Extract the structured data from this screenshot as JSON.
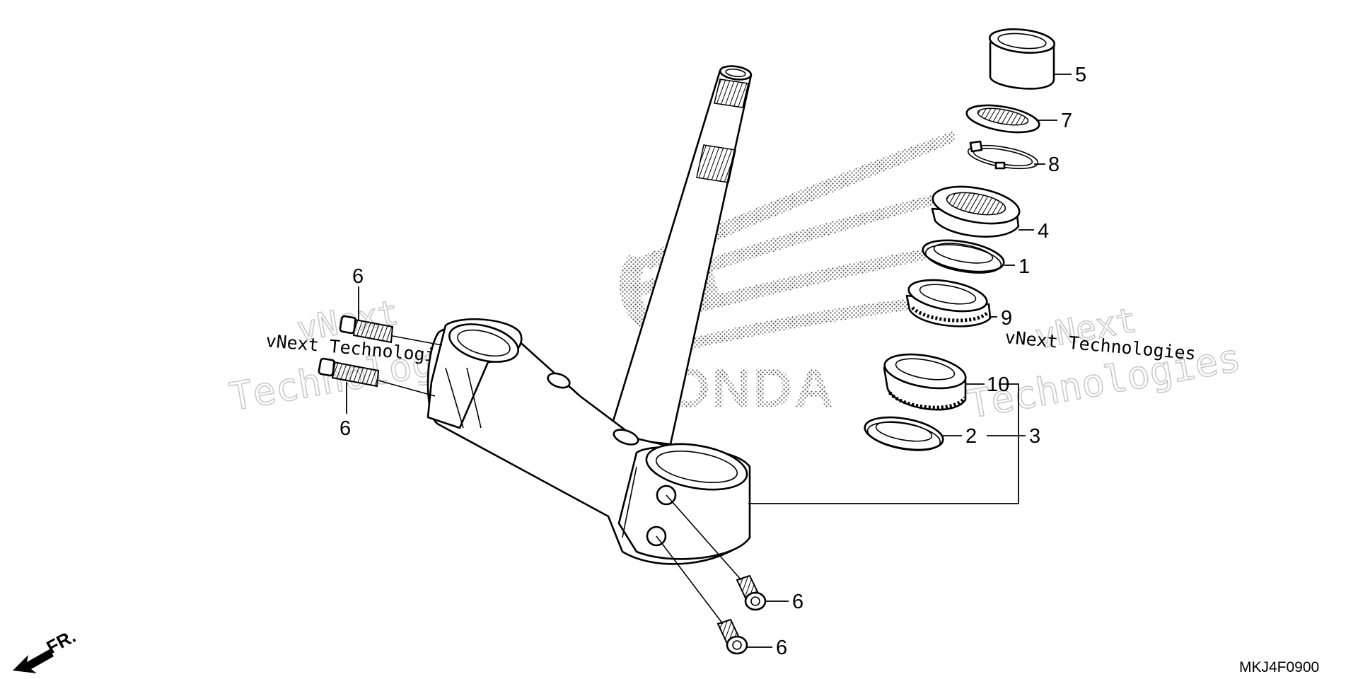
{
  "diagram": {
    "part_code": "MKJ4F0900",
    "front_indicator": "FR.",
    "watermark_line1": "vNext",
    "watermark_line2": "Technologies",
    "watermark_small": "vNext Technologies",
    "logo_text": "HONDA",
    "callouts": [
      {
        "id": "c5",
        "label": "5"
      },
      {
        "id": "c7",
        "label": "7"
      },
      {
        "id": "c8",
        "label": "8"
      },
      {
        "id": "c4",
        "label": "4"
      },
      {
        "id": "c1",
        "label": "1"
      },
      {
        "id": "c9",
        "label": "9"
      },
      {
        "id": "c10",
        "label": "10"
      },
      {
        "id": "c2",
        "label": "2"
      },
      {
        "id": "c3",
        "label": "3"
      },
      {
        "id": "c6a",
        "label": "6"
      },
      {
        "id": "c6b",
        "label": "6"
      },
      {
        "id": "c6c",
        "label": "6"
      },
      {
        "id": "c6d",
        "label": "6"
      }
    ]
  }
}
